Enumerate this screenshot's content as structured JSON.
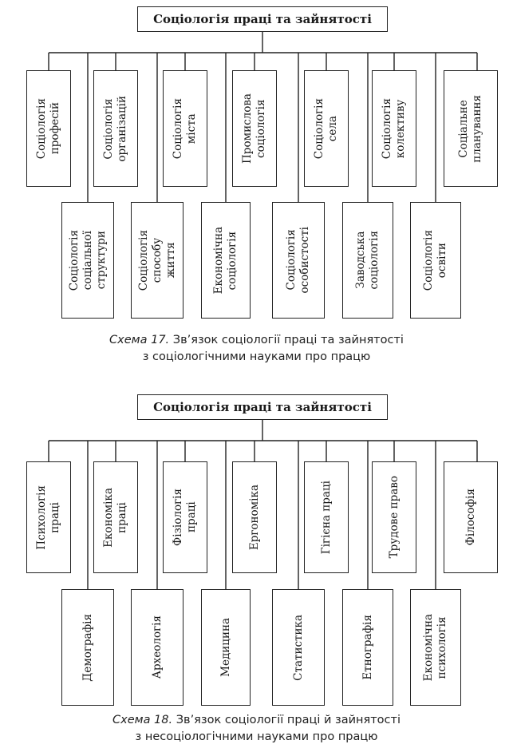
{
  "schemes": [
    {
      "root": "Соціологія праці та зайнятості",
      "top_row": [
        "Соціологія\nпрофесій",
        "Соціологія\nорганізацій",
        "Соціологія\nміста",
        "Промислова\nсоціологія",
        "Соціологія\nсела",
        "Соціологія\nколективу",
        "Соціальне\nпланування"
      ],
      "bottom_row": [
        "Соціологія\nсоціальної\nструктури",
        "Соціологія\nспособу\nжиття",
        "Економічна\nсоціологія",
        "Соціологія\nособистості",
        "Заводська\nсоціологія",
        "Соціологія\nосвіти"
      ],
      "caption_num": "Схема 17.",
      "caption_line1": "Зв’язок соціології праці та зайнятості",
      "caption_line2": "з соціологічними науками про працю"
    },
    {
      "root": "Соціологія праці та зайнятості",
      "top_row": [
        "Психологія\nпраці",
        "Економіка\nпраці",
        "Фізіологія\nпраці",
        "Ергономіка",
        "Гігієна праці",
        "Трудове право",
        "Філософія"
      ],
      "bottom_row": [
        "Демографія",
        "Археологія",
        "Медицина",
        "Статистика",
        "Етнографія",
        "Економічна\nпсихологія"
      ],
      "caption_num": "Схема 18.",
      "caption_line1": "Зв’язок соціології праці й зайнятості",
      "caption_line2": "з несоціологічними науками про працю"
    }
  ]
}
